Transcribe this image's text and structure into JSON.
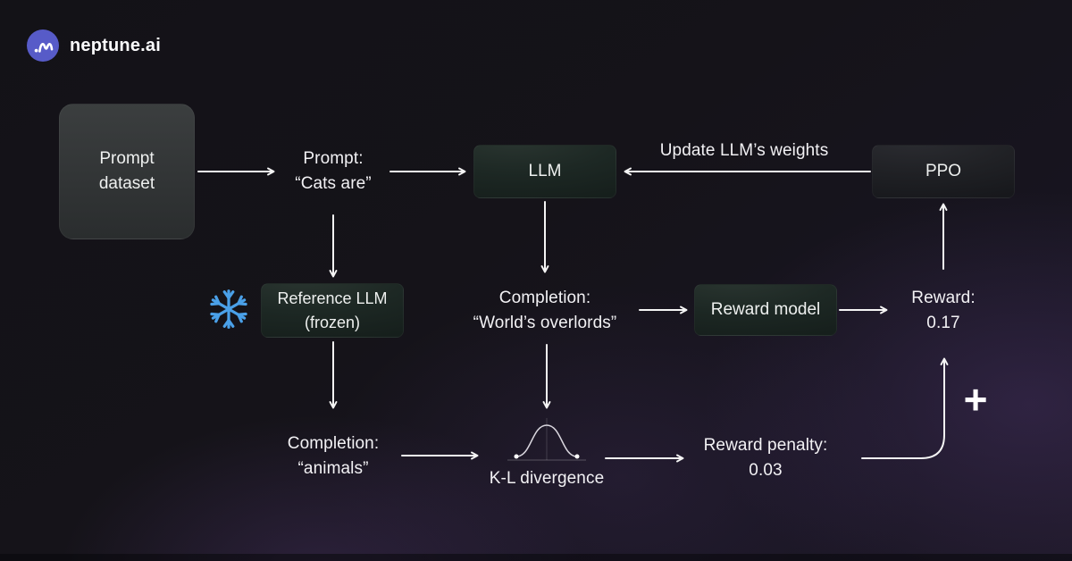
{
  "brand": {
    "name": "neptune.ai"
  },
  "diagram": {
    "prompt_dataset": {
      "label": "Prompt dataset"
    },
    "prompt": {
      "title": "Prompt:",
      "value": "“Cats are”"
    },
    "llm": {
      "label": "LLM"
    },
    "ppo": {
      "label": "PPO"
    },
    "update_weights_label": "Update LLM’s weights",
    "reference_llm": {
      "title": "Reference LLM",
      "subtitle": "(frozen)"
    },
    "completion_llm": {
      "title": "Completion:",
      "value": "“World’s overlords”"
    },
    "reward_model": {
      "label": "Reward model"
    },
    "reward": {
      "title": "Reward:",
      "value": "0.17"
    },
    "completion_ref": {
      "title": "Completion:",
      "value": "“animals”"
    },
    "kl": {
      "label": "K-L divergence"
    },
    "reward_penalty": {
      "title": "Reward penalty:",
      "value": "0.03"
    },
    "plus_label": "+"
  },
  "icons": {
    "logo": "neptune-waveform-icon",
    "snowflake": "snowflake-icon",
    "kl_curve": "gaussian-curve-icon"
  },
  "colors": {
    "background_base": "#131217",
    "purple_glow": "#3b2a52",
    "logo_circle": "#575bc8",
    "snowflake_blue": "#4aa0e8",
    "box_green": "#1d2824",
    "box_gray": "#343738",
    "box_dark": "#202125",
    "arrow": "#f5f5f5",
    "text": "#f2f1f4"
  }
}
